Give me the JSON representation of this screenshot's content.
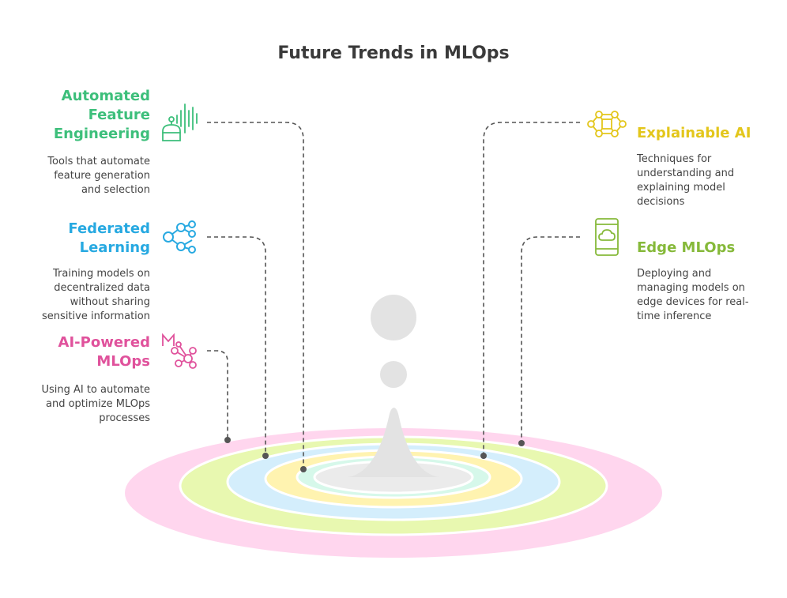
{
  "title": "Future Trends in MLOps",
  "colors": {
    "green": "#3dbf7b",
    "blue": "#27a9e1",
    "pink": "#e0529c",
    "yellow": "#e3c61b",
    "lime": "#86b93a",
    "ring_pink": "#ffd6ee",
    "ring_lime": "#e8f8b0",
    "ring_blue": "#d4eefc",
    "ring_yellow": "#fff3b0",
    "ring_mint": "#d6f8ea",
    "ring_center": "#ebebeb",
    "drop": "#e3e3e3",
    "connector": "#555555"
  },
  "items": {
    "automated_feature": {
      "heading": "Automated\nFeature\nEngineering",
      "description": "Tools that automate\nfeature generation\nand selection",
      "icon": "robot-voice-icon"
    },
    "federated": {
      "heading": "Federated\nLearning",
      "description": "Training models on\ndecentralized data\nwithout sharing\nsensitive information",
      "icon": "network-share-icon"
    },
    "ai_powered": {
      "heading": "AI-Powered\nMLOps",
      "description": "Using AI to automate\nand optimize MLOps\nprocesses",
      "icon": "ai-network-icon"
    },
    "explainable": {
      "heading": "Explainable AI",
      "description": "Techniques for\nunderstanding and\nexplaining model\ndecisions",
      "icon": "hexagon-network-icon"
    },
    "edge": {
      "heading": "Edge MLOps",
      "description": "Deploying and\nmanaging models on\nedge devices for real-\ntime inference",
      "icon": "phone-cloud-icon"
    }
  }
}
